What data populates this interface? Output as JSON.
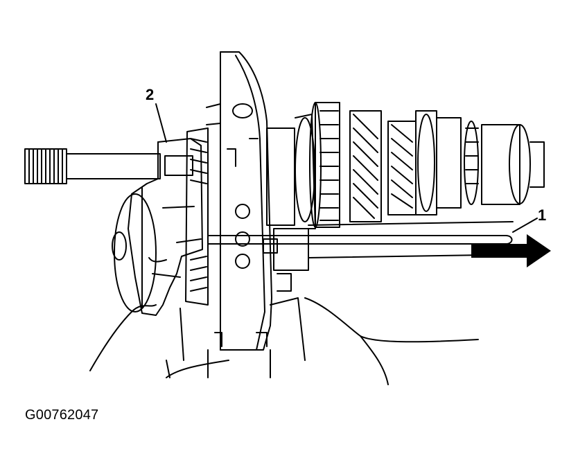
{
  "callouts": {
    "one": "1",
    "two": "2"
  },
  "figure_id": "G00762047",
  "colors": {
    "ink": "#000000",
    "paper": "#ffffff"
  }
}
